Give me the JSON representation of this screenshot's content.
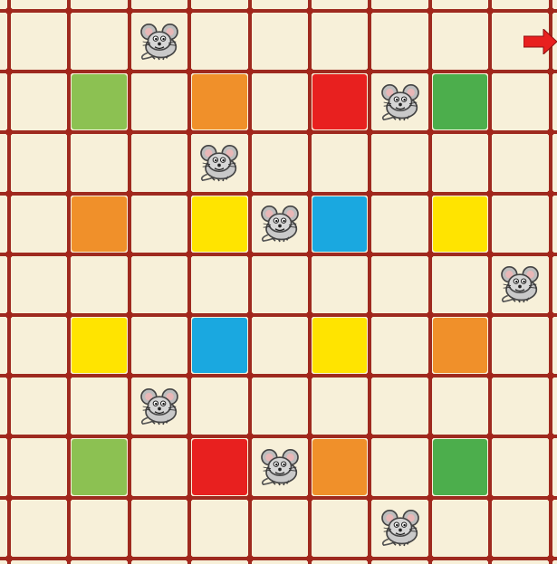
{
  "board": {
    "rows": 9,
    "cols": 9,
    "cell_background": "#f7f0d9",
    "grid_color": "#9e2a1f",
    "colors": {
      "light-green": "#8cc152",
      "green": "#4cae4c",
      "orange": "#f0902a",
      "red": "#e8201f",
      "yellow": "#ffe400",
      "blue": "#1aa8e0"
    },
    "colored_tiles": [
      {
        "row": 1,
        "col": 1,
        "color": "light-green"
      },
      {
        "row": 1,
        "col": 3,
        "color": "orange"
      },
      {
        "row": 1,
        "col": 5,
        "color": "red"
      },
      {
        "row": 1,
        "col": 7,
        "color": "green"
      },
      {
        "row": 3,
        "col": 1,
        "color": "orange"
      },
      {
        "row": 3,
        "col": 3,
        "color": "yellow"
      },
      {
        "row": 3,
        "col": 5,
        "color": "blue"
      },
      {
        "row": 3,
        "col": 7,
        "color": "yellow"
      },
      {
        "row": 5,
        "col": 1,
        "color": "yellow"
      },
      {
        "row": 5,
        "col": 3,
        "color": "blue"
      },
      {
        "row": 5,
        "col": 5,
        "color": "yellow"
      },
      {
        "row": 5,
        "col": 7,
        "color": "orange"
      },
      {
        "row": 7,
        "col": 1,
        "color": "light-green"
      },
      {
        "row": 7,
        "col": 3,
        "color": "red"
      },
      {
        "row": 7,
        "col": 5,
        "color": "orange"
      },
      {
        "row": 7,
        "col": 7,
        "color": "green"
      }
    ],
    "mice": [
      {
        "row": 0,
        "col": 2
      },
      {
        "row": 1,
        "col": 6
      },
      {
        "row": 2,
        "col": 3
      },
      {
        "row": 3,
        "col": 4
      },
      {
        "row": 4,
        "col": 8
      },
      {
        "row": 6,
        "col": 2
      },
      {
        "row": 7,
        "col": 4
      },
      {
        "row": 8,
        "col": 6
      }
    ],
    "mouse_icon": "mouse-icon",
    "entry_arrow": {
      "row": 0,
      "icon": "red-arrow-icon",
      "color": "#e8201f"
    }
  }
}
